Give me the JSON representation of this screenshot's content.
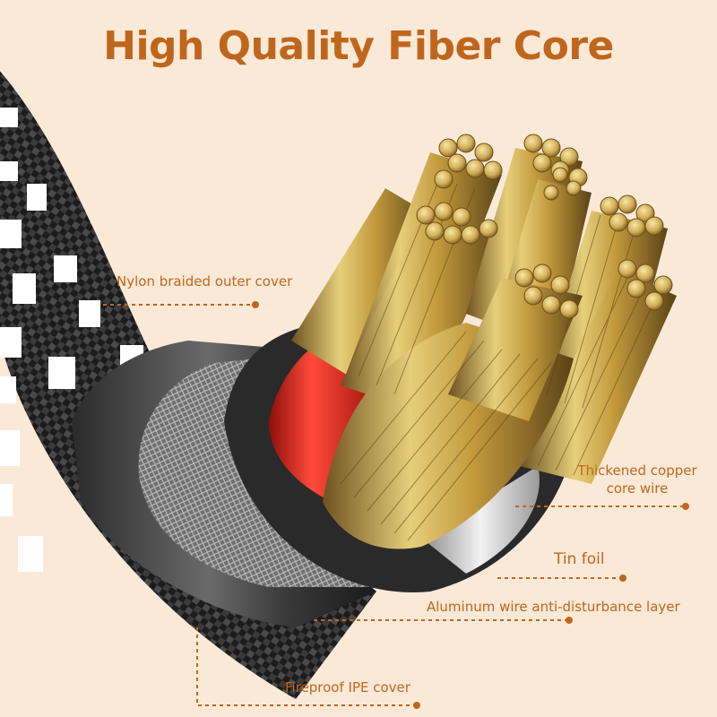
{
  "title": "High Quality Fiber Core",
  "labels": {
    "nylon": "Nylon braided outer cover",
    "copper_line1": "Thickened copper",
    "copper_line2": "core wire",
    "tin": "Tin foil",
    "aluminum": "Aluminum wire anti-disturbance layer",
    "fireproof": "Fireproof IPE cover"
  },
  "colors": {
    "background": "#fbe9d8",
    "accent": "#c0661c",
    "copper": "#c9a646",
    "insulation_red": "#e0251c",
    "braid": "#2a2a2a"
  }
}
